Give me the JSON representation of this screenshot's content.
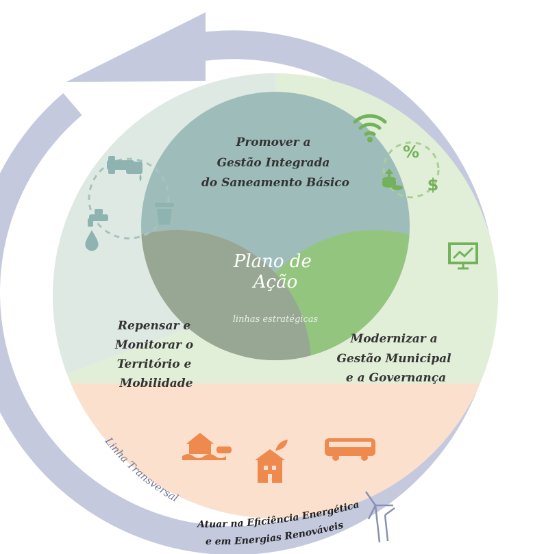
{
  "diagram": {
    "center": {
      "title_line1": "Plano de",
      "title_line2": "Ação",
      "subtitle": "linhas estratégicas"
    },
    "lobes": [
      {
        "id": "saneamento",
        "lines": [
          "Promover a",
          "Gestão Integrada",
          "do Saneamento Básico"
        ],
        "color": "#9ebdba"
      },
      {
        "id": "territorio",
        "lines": [
          "Repensar e",
          "Monitorar o",
          "Território e",
          "Mobilidade"
        ],
        "color": "#ef9c68"
      },
      {
        "id": "gestao",
        "lines": [
          "Modernizar a",
          "Gestão Municipal",
          "e a Governança"
        ],
        "color": "#93c57f"
      }
    ],
    "transversal": {
      "label": "Linha Transversal",
      "line1": "Atuar na Eficiência Energética",
      "line2": "e em Energias Renováveis"
    },
    "icons": {
      "water": [
        "faucet-icon",
        "water-drop-icon",
        "trash-bin-icon",
        "pipe-icon"
      ],
      "governance": [
        "wifi-icon",
        "percent-icon",
        "coins-icon",
        "dollar-icon",
        "presentation-chart-icon"
      ],
      "territory": [
        "flood-house-icon",
        "green-building-icon",
        "bus-icon"
      ],
      "energy": [
        "wind-turbine-icon"
      ]
    },
    "colors": {
      "ring": "#c4c9de",
      "bg_teal": "#dfe9e4",
      "bg_green": "#e2efd8",
      "bg_orange": "#fbe0cd",
      "center": "#98a793",
      "icon_teal": "#8eb3b0",
      "icon_green": "#72b25a",
      "icon_orange": "#ee8a4e"
    }
  }
}
